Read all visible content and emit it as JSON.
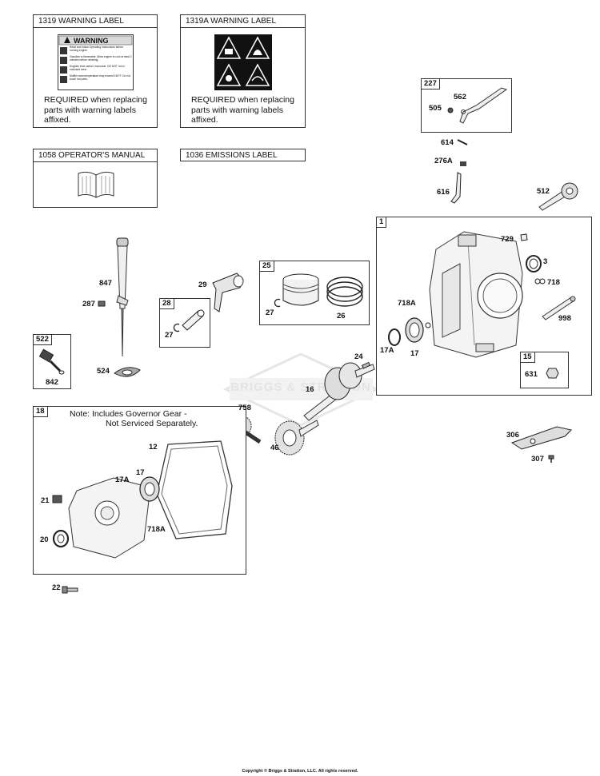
{
  "labels_boxes": {
    "warning_1319": {
      "title": "1319 WARNING LABEL",
      "banner": "WARNING",
      "lines": [
        "Read and follow Operating Instructions before running engine.",
        "Gasoline is flammable. Allow engine to cool at least 2 minutes before refueling.",
        "Engines emit carbon monoxide. DO NOT run in enclosed area.",
        "Muffler area temperature may exceed 150°F. Do not touch hot parts."
      ],
      "required": "REQUIRED     when replacing parts with warning labels affixed."
    },
    "warning_1319a": {
      "title": "1319A WARNING LABEL",
      "required": "REQUIRED     when replacing parts with warning labels affixed."
    },
    "manual_1058": {
      "title": "1058 OPERATOR'S MANUAL"
    },
    "emissions_1036": {
      "title": "1036 EMISSIONS LABEL"
    }
  },
  "group_tags": {
    "g227": "227",
    "g1": "1",
    "g25": "25",
    "g28": "28",
    "g522": "522",
    "g15": "15",
    "g18": "18"
  },
  "note_18": {
    "line1": "Note:  Includes  Governor Gear  -",
    "line2": "Not Serviced Separately."
  },
  "callouts": {
    "c505": "505",
    "c562": "562",
    "c614": "614",
    "c276a": "276A",
    "c616": "616",
    "c512": "512",
    "c729": "729",
    "c3": "3",
    "c718": "718",
    "c718a_top": "718A",
    "c998": "998",
    "c17a_top": "17A",
    "c17_top": "17",
    "c631": "631",
    "c24": "24",
    "c16": "16",
    "c847": "847",
    "c287": "287",
    "c29": "29",
    "c27_25": "27",
    "c26": "26",
    "c27_28": "27",
    "c842": "842",
    "c524": "524",
    "c758": "758",
    "c46": "46",
    "c306": "306",
    "c307": "307",
    "c12": "12",
    "c17a_bot": "17A",
    "c17_bot": "17",
    "c21": "21",
    "c718a_bot": "718A",
    "c20": "20",
    "c22": "22"
  },
  "watermark": "BRIGGS & STRATTON",
  "copyright": "Copyright © Briggs & Stratton, LLC. All rights reserved."
}
